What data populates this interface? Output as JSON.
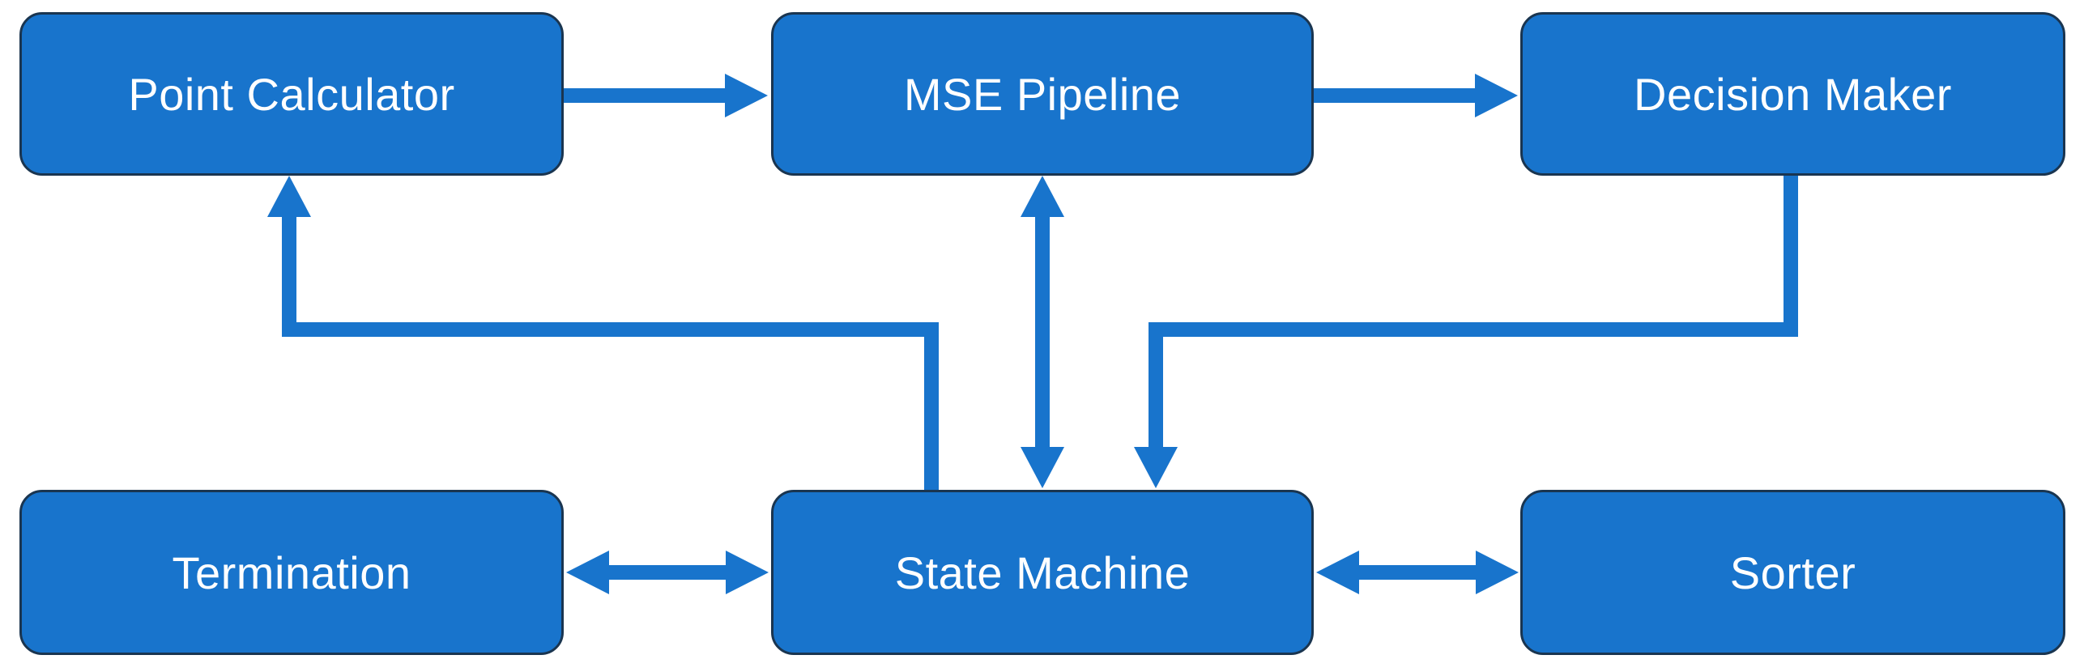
{
  "diagram": {
    "nodes": {
      "point_calculator": "Point Calculator",
      "mse_pipeline": "MSE Pipeline",
      "decision_maker": "Decision Maker",
      "termination": "Termination",
      "state_machine": "State Machine",
      "sorter": "Sorter"
    },
    "edges": [
      {
        "from": "Point Calculator",
        "to": "MSE Pipeline",
        "direction": "one-way"
      },
      {
        "from": "MSE Pipeline",
        "to": "Decision Maker",
        "direction": "one-way"
      },
      {
        "from": "State Machine",
        "to": "Point Calculator",
        "direction": "one-way"
      },
      {
        "from": "MSE Pipeline",
        "to": "State Machine",
        "direction": "two-way"
      },
      {
        "from": "Decision Maker",
        "to": "State Machine",
        "direction": "one-way"
      },
      {
        "from": "Termination",
        "to": "State Machine",
        "direction": "two-way"
      },
      {
        "from": "State Machine",
        "to": "Sorter",
        "direction": "two-way"
      }
    ],
    "colors": {
      "node_fill": "#1874CC",
      "node_border": "#1a3550",
      "node_text": "#ffffff",
      "arrow": "#1874CC",
      "background": "#ffffff"
    }
  }
}
